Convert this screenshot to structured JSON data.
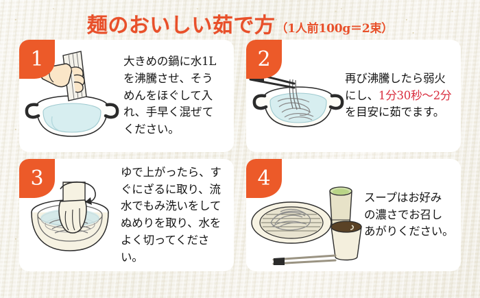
{
  "header": {
    "title_main": "麺のおいしい茹で方",
    "title_sub": "（1人前100g＝2束）",
    "title_color": "#e8502a"
  },
  "theme": {
    "badge_color": "#ec5a29",
    "card_background": "#ffffff",
    "page_background": "#f3f0e7",
    "body_text_color": "#141414",
    "highlight_color": "#d92e3f"
  },
  "steps": [
    {
      "number": "1",
      "illustration": "hand-holding-somen-over-pot",
      "text_lines": [
        "大きめの鍋に水1L",
        "を沸騰させ、そう",
        "めんをほぐして入",
        "れ、手早く混ぜて",
        "ください。"
      ],
      "highlight": ""
    },
    {
      "number": "2",
      "illustration": "chopsticks-stirring-noodles-in-pot",
      "text_before": "再び沸騰したら弱火にし、",
      "highlight": "1分30秒〜2分",
      "text_after": "を目安に茹でます。"
    },
    {
      "number": "3",
      "illustration": "hand-rinsing-noodles-in-colander",
      "text_lines": [
        "ゆで上がったら、す",
        "ぐにざるに取り、流",
        "水でもみ洗いをして",
        "ぬめりを取り、水を",
        "よく切ってください。"
      ],
      "highlight": ""
    },
    {
      "number": "4",
      "illustration": "zaru-noodles-tea-and-dipping-sauce",
      "text_lines": [
        "スープはお好み",
        "の濃さでお召し",
        "あがりください。"
      ],
      "highlight": ""
    }
  ]
}
